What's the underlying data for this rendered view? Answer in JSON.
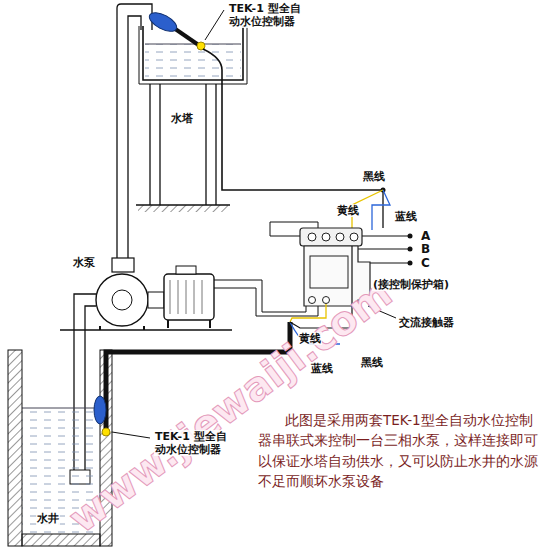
{
  "diagram": {
    "caption": "此图是采用两套TEK-1型全自动水位控制器串联式来控制一台三相水泵，这样连接即可以保证水塔自动供水，又可以防止水井的水源不足而顺坏水泵设备",
    "labels": [
      "TEK-1 型全自动水位控制器",
      "水塔",
      "黑线",
      "黄线",
      "蓝线",
      "A",
      "B",
      "C",
      "(接控制保护箱)",
      "水泵",
      "交流接触器",
      "黄线",
      "蓝线",
      "黑线",
      "TEK-1 型全自动水位控制器",
      "水井",
      "www.jiewaiji.com"
    ]
  }
}
